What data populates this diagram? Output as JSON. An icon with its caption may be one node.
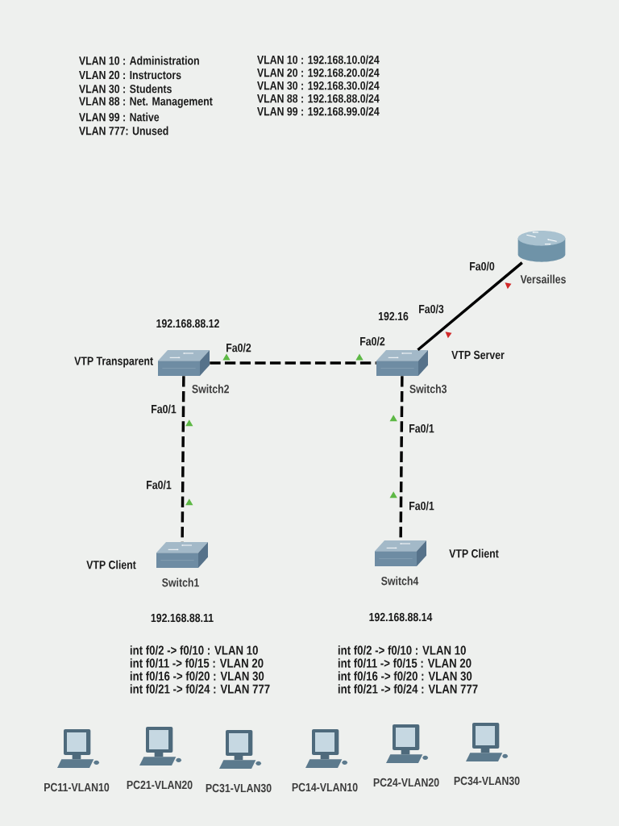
{
  "diagram": {
    "nodes": [
      {
        "text": [
          "Versailles"
        ]
      },
      {
        "text": [
          "Switch2"
        ],
        "beside": [
          "192.168.88.12",
          "VTP Transparent"
        ]
      },
      {
        "text": [
          "Switch3"
        ],
        "beside": [
          "192.16",
          "VTP Server"
        ]
      },
      {
        "text": [
          "Switch1"
        ],
        "beside": [
          "VTP Client",
          "192.168.88.11"
        ]
      },
      {
        "text": [
          "Switch4"
        ],
        "beside": [
          "VTP Client",
          "192.168.88.14"
        ]
      },
      {
        "text": [
          "PC11-VLAN10"
        ]
      },
      {
        "text": [
          "PC21-VLAN20"
        ]
      },
      {
        "text": [
          "PC31-VLAN30"
        ]
      },
      {
        "text": [
          "PC14-VLAN10"
        ]
      },
      {
        "text": [
          "PC24-VLAN20"
        ]
      },
      {
        "text": [
          "PC34-VLAN30"
        ]
      }
    ],
    "edges": [
      {
        "from": 2,
        "to": 0,
        "arrow": "none"
      },
      {
        "from": 1,
        "to": 2,
        "arrow": "none",
        "style": "dashed"
      },
      {
        "from": 1,
        "to": 3,
        "arrow": "none",
        "style": "dashed"
      },
      {
        "from": 2,
        "to": 4,
        "arrow": "none",
        "style": "dashed"
      }
    ],
    "labels": [
      "VLAN 10 : Administration",
      "VLAN 20 : Instructors",
      "VLAN 30 : Students",
      "VLAN 88 : Net. Management",
      "VLAN 99 : Native",
      "VLAN 777: Unused",
      "VLAN 10 : 192.168.10.0/24",
      "VLAN 20 : 192.168.20.0/24",
      "VLAN 30 : 192.168.30.0/24",
      "VLAN 88 : 192.168.88.0/24",
      "VLAN 99 : 192.168.99.0/24",
      "Fa0/0",
      "Fa0/3",
      "Fa0/2",
      "Fa0/2",
      "Fa0/1",
      "Fa0/1",
      "Fa0/1",
      "Fa0/1",
      "int f0/2 -> f0/10 : VLAN 10",
      "int f0/11 -> f0/15 : VLAN 20",
      "int f0/16 -> f0/20 : VLAN 30",
      "int f0/21 -> f0/24 : VLAN 777",
      "int f0/2 -> f0/10 : VLAN 10",
      "int f0/11 -> f0/15 : VLAN 20",
      "int f0/16 -> f0/20 : VLAN 30",
      "int f0/21 -> f0/24 : VLAN 777"
    ]
  }
}
